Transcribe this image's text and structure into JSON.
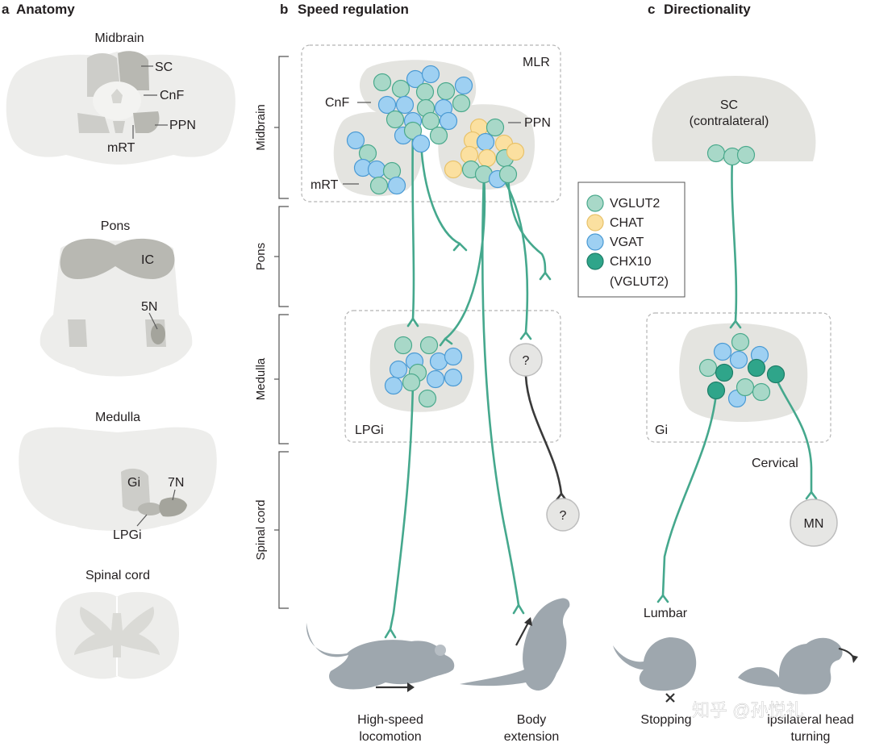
{
  "panels": {
    "a": {
      "letter": "a",
      "title": "Anatomy"
    },
    "b": {
      "letter": "b",
      "title": "Speed regulation"
    },
    "c": {
      "letter": "c",
      "title": "Directionality"
    }
  },
  "anatomy": {
    "midbrain": {
      "title": "Midbrain",
      "sc": "SC",
      "cnf": "CnF",
      "ppn": "PPN",
      "mrt": "mRT"
    },
    "pons": {
      "title": "Pons",
      "ic": "IC",
      "n5": "5N"
    },
    "medulla": {
      "title": "Medulla",
      "gi": "Gi",
      "n7": "7N",
      "lpgi": "LPGi"
    },
    "spinal": {
      "title": "Spinal cord"
    }
  },
  "speed": {
    "regions": [
      "Midbrain",
      "Pons",
      "Medulla",
      "Spinal cord"
    ],
    "mlr": "MLR",
    "cnf": "CnF",
    "ppn": "PPN",
    "mrt": "mRT",
    "lpgi": "LPGi",
    "unknown": "?",
    "out1_line1": "High-speed",
    "out1_line2": "locomotion",
    "out2_line1": "Body",
    "out2_line2": "extension"
  },
  "legend": {
    "items": [
      {
        "label": "VGLUT2",
        "color": "#a8d8c8",
        "stroke": "#4aa98c"
      },
      {
        "label": "CHAT",
        "color": "#fbe0a0",
        "stroke": "#e8c26a"
      },
      {
        "label": "VGAT",
        "color": "#9ed0f2",
        "stroke": "#4a9ad4"
      },
      {
        "label": "CHX10",
        "color": "#2fa58a",
        "stroke": "#1e7e68"
      }
    ],
    "extra": "(VGLUT2)"
  },
  "direction": {
    "sc_line1": "SC",
    "sc_line2": "(contralateral)",
    "gi": "Gi",
    "cervical": "Cervical",
    "mn": "MN",
    "lumbar": "Lumbar",
    "stop": "Stopping",
    "turn_line1": "ipsilateral head",
    "turn_line2": "turning",
    "cross": "✕"
  },
  "watermark": "知乎 @孙悦礼"
}
